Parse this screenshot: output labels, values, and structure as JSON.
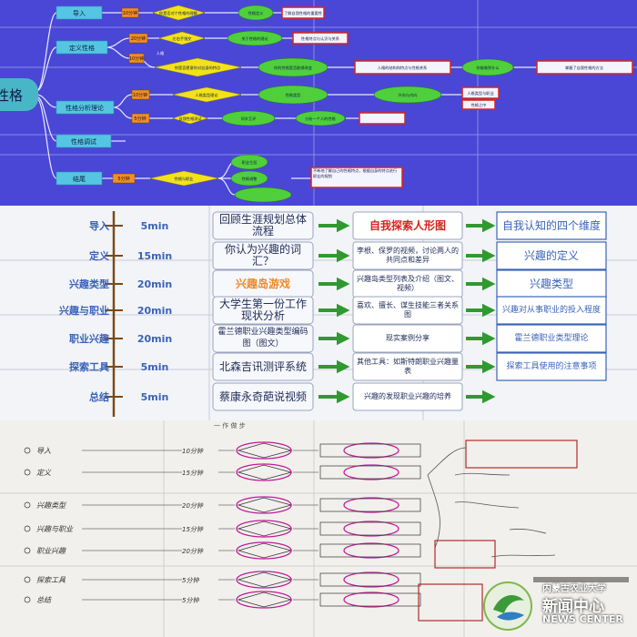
{
  "panel1": {
    "root": "性格",
    "branches": [
      "导入",
      "定义性格",
      "性格分析理论",
      "性格调试",
      "结尾"
    ],
    "times": [
      "10分钟",
      "20分钟",
      "10分钟",
      "10分钟",
      "5分钟",
      "5分钟"
    ],
    "nodes": {
      "intro_a": "你是否对个性格的理解",
      "intro_b": "性格定义",
      "intro_c": "了解自我性格的重要性",
      "def_a": "左右手指交",
      "def_b": "关于性格的理论",
      "def_c": "性格特点与认识与关系",
      "def_d": "人格",
      "def_e": "你是否愿意你对自身的特点",
      "def_f": "你的性格是否能够改变",
      "def_g": "人格的结构和特点与性格关系",
      "def_h": "你能做到什么",
      "def_i": "掌握了自我性格的方法",
      "ana_a": "人格类型理论",
      "ana_b": "性格类型",
      "ana_c": "外向与内向",
      "ana_d": "人格类型与职业",
      "ana_e": "性格之中",
      "ana_f": "自我性格测试",
      "ana_g": "同学互评",
      "ana_h": "分析一个人的性格",
      "end_a": "性格与职业",
      "end_b": "职业生涯",
      "end_c": "性格调整",
      "end_d": "不断地了解自己的性格特点，根据自身的特点进行职业的规划"
    }
  },
  "panel2": {
    "rows": [
      {
        "stage": "导入",
        "time": "5min",
        "activity": "回顾生涯规划总体流程",
        "method": "自我探索人形图",
        "goal": "自我认知的四个维度"
      },
      {
        "stage": "定义",
        "time": "15min",
        "activity": "你认为兴趣的词汇？",
        "method": "李根、保罗的视频，讨论两人的共同点和差异",
        "goal": "兴趣的定义"
      },
      {
        "stage": "兴趣类型",
        "time": "20min",
        "activity": "兴趣岛游戏",
        "method": "兴趣岛类型列表及介绍（图文、视频）",
        "goal": "兴趣类型"
      },
      {
        "stage": "兴趣与职业",
        "time": "20min",
        "activity": "大学生第一份工作现状分析",
        "method": "喜欢、擅长、谋生技能三者关系图",
        "goal": "兴趣对从事职业的投入程度"
      },
      {
        "stage": "职业兴趣",
        "time": "20min",
        "activity": "霍兰德职业兴趣类型编码图（图文）",
        "method": "现实案例分享",
        "goal": "霍兰德职业类型理论"
      },
      {
        "stage": "探索工具",
        "time": "5min",
        "activity": "北森吉讯测评系统",
        "method": "其他工具：如斯特朗职业兴趣量表",
        "goal": "探索工具使用的注意事项"
      },
      {
        "stage": "总结",
        "time": "5min",
        "activity": "蔡康永奇葩说视频",
        "method": "兴趣的发现职业兴趣的培养",
        "goal": ""
      }
    ]
  },
  "panel3": {
    "heading": "一 作 做 步",
    "stages": [
      "导入",
      "定义",
      "兴趣类型",
      "兴趣与职业",
      "职业兴趣",
      "探索工具",
      "总结"
    ],
    "times": [
      "10分钟",
      "15分钟",
      "20分钟",
      "15分钟",
      "20分钟",
      "5分钟",
      "5分钟"
    ]
  },
  "watermark": {
    "line1": "内蒙古农业大学",
    "line2": "新闻中心",
    "line3": "NEWS CENTER"
  },
  "colors": {
    "panel1_bg": "#4a47d6",
    "yellow": "#f2e21a",
    "green": "#4fcf3c",
    "red": "#d7231f",
    "orange": "#ef8a2a",
    "blue_text": "#3a63b8",
    "dark_blue": "#1a2e7a",
    "magenta": "#c4199a"
  }
}
